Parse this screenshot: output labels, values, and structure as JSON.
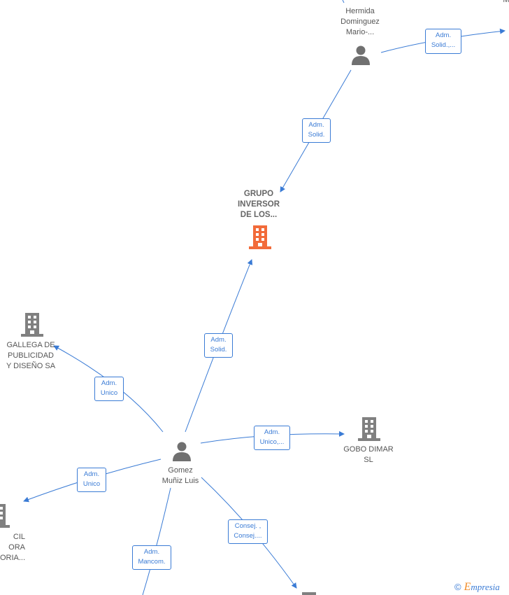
{
  "nodes": {
    "hermida": {
      "label": "Hermida\nDominguez\nMario-..."
    },
    "grupo": {
      "label": "GRUPO\nINVERSOR\nDE LOS..."
    },
    "gallega": {
      "label": "GALLEGA DE\nPUBLICIDAD\nY DISEÑO SA"
    },
    "gobo": {
      "label": "GOBO DIMAR\nSL"
    },
    "gomez": {
      "label": "Gomez\nMuñiz Luis"
    },
    "left_company": {
      "label": "CIL\nORA\nORIA..."
    },
    "top_right": {
      "label": "M"
    }
  },
  "edges": {
    "hermida_topright": {
      "label": "Adm.\nSolid.,..."
    },
    "hermida_grupo": {
      "label": "Adm.\nSolid."
    },
    "gomez_grupo": {
      "label": "Adm.\nSolid."
    },
    "gomez_gallega": {
      "label": "Adm.\nUnico"
    },
    "gomez_gobo": {
      "label": "Adm.\nUnico,..."
    },
    "gomez_left": {
      "label": "Adm.\nUnico"
    },
    "gomez_bottom": {
      "label": "Adm.\nMancom."
    },
    "gomez_bottomright": {
      "label": "Consej. ,\nConsej...."
    }
  },
  "colors": {
    "edge": "#3a7bd5",
    "main_company": "#f26b3a",
    "company": "#808080",
    "person": "#707070"
  },
  "footer": {
    "copyright": "©",
    "brand_initial": "E",
    "brand_rest": "mpresia"
  }
}
